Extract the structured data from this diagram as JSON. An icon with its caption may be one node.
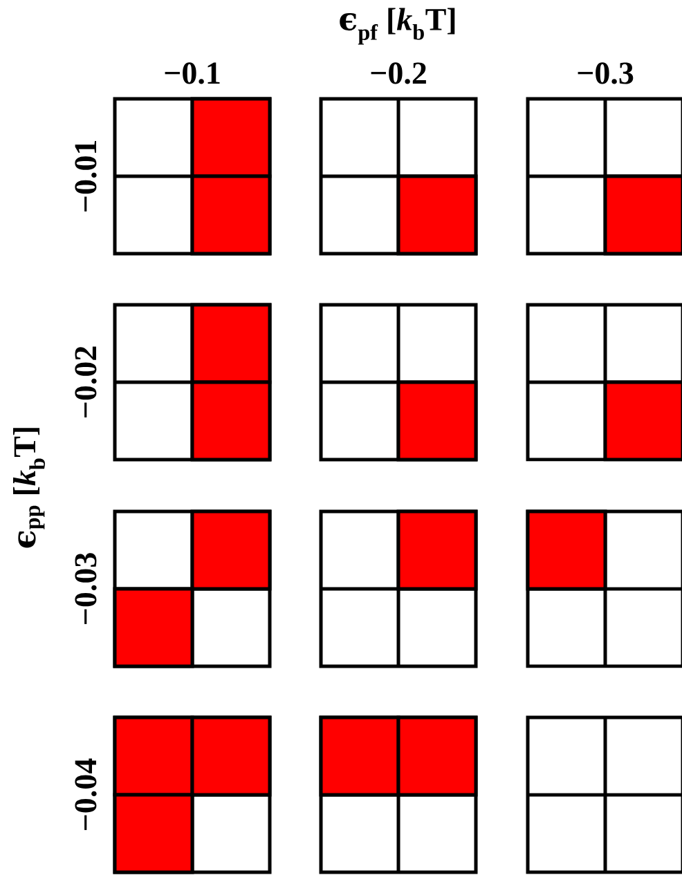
{
  "diagram": {
    "nodes": [
      {
        "text": [],
        "shape": "box"
      },
      {
        "text": [],
        "shape": "box",
        "in": 0
      },
      {
        "text": [],
        "shape": "box",
        "in": 0
      },
      {
        "text": [],
        "shape": "box"
      },
      {
        "text": [],
        "shape": "box",
        "in": 3
      },
      {
        "text": [],
        "shape": "box"
      },
      {
        "text": [],
        "shape": "box",
        "in": 5
      },
      {
        "text": [],
        "shape": "box"
      },
      {
        "text": [],
        "shape": "box",
        "in": 7
      },
      {
        "text": [],
        "shape": "box",
        "in": 7
      },
      {
        "text": [],
        "shape": "box"
      },
      {
        "text": [],
        "shape": "box",
        "in": 10
      },
      {
        "text": [],
        "shape": "box"
      },
      {
        "text": [],
        "shape": "box",
        "in": 12
      },
      {
        "text": [],
        "shape": "box"
      },
      {
        "text": [],
        "shape": "box",
        "in": 14
      },
      {
        "text": [],
        "shape": "box",
        "in": 14
      },
      {
        "text": [],
        "shape": "box"
      },
      {
        "text": [],
        "shape": "box",
        "in": 17
      },
      {
        "text": [],
        "shape": "box"
      },
      {
        "text": [],
        "shape": "box",
        "in": 19
      },
      {
        "text": [],
        "shape": "box"
      },
      {
        "text": [],
        "shape": "box",
        "in": 21
      },
      {
        "text": [],
        "shape": "box",
        "in": 21
      },
      {
        "text": [],
        "shape": "box",
        "in": 21
      },
      {
        "text": [],
        "shape": "box"
      },
      {
        "text": [],
        "shape": "box",
        "in": 25
      },
      {
        "text": [],
        "shape": "box",
        "in": 25
      },
      {
        "text": [],
        "shape": "box"
      }
    ],
    "labels": [
      "ϵ$_{pf}$ [*k*$_{b}$T]",
      "−0.1",
      "−0.2",
      "−0.3",
      "ϵ$_{pp}$ [*k*$_{b}$T]",
      "−0.01",
      "−0.02",
      "−0.03",
      "−0.04"
    ]
  }
}
